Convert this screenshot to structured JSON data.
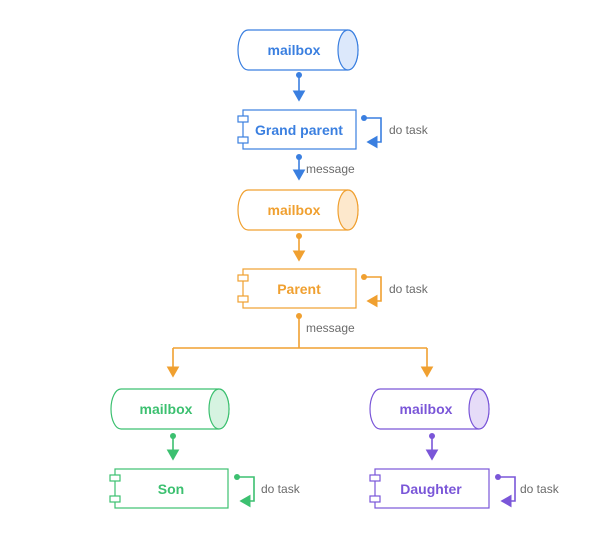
{
  "colors": {
    "blue": "#3a7fe0",
    "orange": "#f0a030",
    "green": "#3cc070",
    "purple": "#7a56d8",
    "label_gray": "#6b6b6b"
  },
  "nodes": {
    "grandparent": {
      "mailbox_label": "mailbox",
      "component_label": "Grand parent",
      "self_loop_label": "do task"
    },
    "parent": {
      "mailbox_label": "mailbox",
      "component_label": "Parent",
      "self_loop_label": "do task"
    },
    "son": {
      "mailbox_label": "mailbox",
      "component_label": "Son",
      "self_loop_label": "do task"
    },
    "daughter": {
      "mailbox_label": "mailbox",
      "component_label": "Daughter",
      "self_loop_label": "do task"
    }
  },
  "edges": {
    "grandparent_to_parent_label": "message",
    "parent_to_children_label": "message"
  }
}
